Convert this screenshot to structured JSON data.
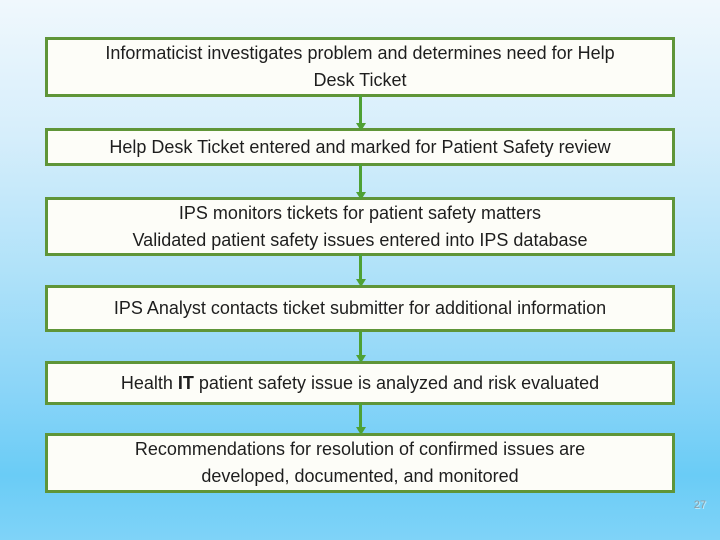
{
  "slide": {
    "page_number": "27",
    "colors": {
      "box_border_green": "#5f9538",
      "arrow_green": "#4ea134",
      "box_fill": "#fdfdf8",
      "text": "#1e1e1e",
      "background_gradient_top": "#f0f8fd",
      "background_gradient_bottom": "#6accf6",
      "page_number_gray": "#939ea3"
    },
    "flow": {
      "steps": [
        {
          "id": "informaticist-investigates",
          "lines": [
            "Informaticist investigates problem and determines need for Help",
            "Desk Ticket"
          ]
        },
        {
          "id": "help-desk-ticket-entered",
          "lines": [
            "Help Desk Ticket entered and marked for Patient Safety review"
          ]
        },
        {
          "id": "ips-monitors-tickets",
          "lines": [
            "IPS monitors tickets for patient safety matters",
            "Validated patient safety issues entered into IPS database"
          ]
        },
        {
          "id": "ips-analyst-contacts",
          "lines": [
            "IPS Analyst contacts ticket submitter for additional information"
          ]
        },
        {
          "id": "issue-analyzed",
          "parts": [
            "Health ",
            "IT",
            " patient safety issue is analyzed and risk evaluated"
          ]
        },
        {
          "id": "recommendations-developed",
          "lines": [
            "Recommendations for resolution of confirmed issues are",
            "developed, documented, and monitored"
          ]
        }
      ]
    }
  }
}
